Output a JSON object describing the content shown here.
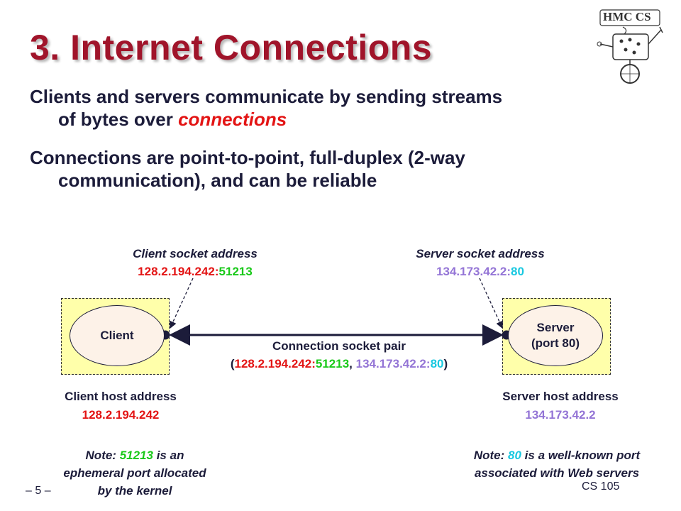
{
  "title": "3. Internet Connections",
  "bullets": {
    "b1_line1": "Clients and servers communicate by sending streams",
    "b1_line2_pre": "of bytes over ",
    "b1_line2_em": "connections",
    "b2_line1": "Connections are point-to-point, full-duplex (2-way",
    "b2_line2": "communication), and  can be reliable"
  },
  "client_socket": {
    "label": "Client socket address",
    "ip": "128.2.194.242",
    "colon": ":",
    "port": "51213"
  },
  "server_socket": {
    "label": "Server socket address",
    "ip": "134.173.42.2",
    "colon": ":",
    "port": "80"
  },
  "client_node": {
    "label": "Client"
  },
  "server_node": {
    "line1": "Server",
    "line2": "(port 80)"
  },
  "pair": {
    "label": "Connection socket pair",
    "open": "(",
    "c_ip": "128.2.194.242",
    "c_colon": ":",
    "c_port": "51213",
    "sep": ", ",
    "s_ip": "134.173.42.2",
    "s_colon": ":",
    "s_port": "80",
    "close": ")"
  },
  "client_host": {
    "label": "Client host address",
    "ip": "128.2.194.242"
  },
  "server_host": {
    "label": "Server host address",
    "ip": "134.173.42.2"
  },
  "note_client": {
    "pre": "Note: ",
    "port": "51213",
    "post": " is an",
    "line2": "ephemeral port allocated",
    "line3": "by the kernel"
  },
  "note_server": {
    "pre": "Note: ",
    "port": "80",
    "post": " is a well-known port",
    "line2": "associated with Web servers"
  },
  "logo": {
    "text": "HMC CS"
  },
  "footer": {
    "page": "– 5 –",
    "course": "CS 105"
  },
  "colors": {
    "title": "#a0142a",
    "ip_red": "#e31414",
    "port_green": "#19c919",
    "ip_purple": "#9475d6",
    "port_cyan": "#19c8e0",
    "host_fill": "#ffffaa"
  }
}
